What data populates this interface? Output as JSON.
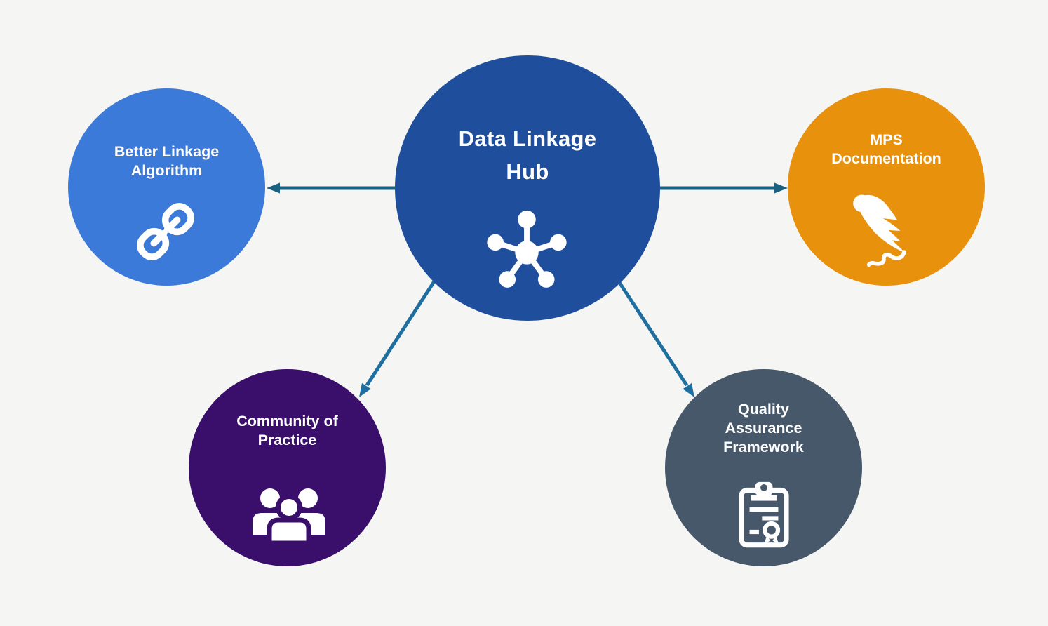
{
  "diagram": {
    "background_color": "#F5F5F3",
    "arrow_colors": {
      "horizontal": "#19617F",
      "diagonal": "#1E6FA0"
    },
    "nodes": {
      "hub": {
        "lines": [
          "Data Linkage",
          "Hub"
        ],
        "color": "#1F4E9C",
        "icon": "network-hub-icon"
      },
      "better_linkage": {
        "lines": [
          "Better Linkage",
          "Algorithm"
        ],
        "color": "#3C7ADA",
        "icon": "chain-link-icon"
      },
      "mps_documentation": {
        "lines": [
          "MPS",
          "Documentation"
        ],
        "color": "#E8910C",
        "icon": "quill-feather-icon"
      },
      "community_of_practice": {
        "lines": [
          "Community of",
          "Practice"
        ],
        "color": "#3A0E6B",
        "icon": "people-group-icon"
      },
      "quality_assurance": {
        "lines": [
          "Quality",
          "Assurance",
          "Framework"
        ],
        "color": "#46586A",
        "icon": "certificate-icon"
      }
    }
  }
}
